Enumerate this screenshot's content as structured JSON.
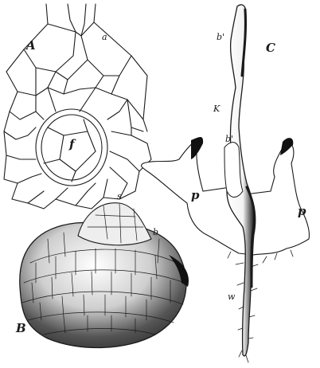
{
  "figure": {
    "panel_a": {
      "label": "A",
      "cell_label_a": "a",
      "cell_label_f": "f"
    },
    "panel_b": {
      "label": "B",
      "label_s": "s",
      "label_b": "b"
    },
    "panel_c": {
      "label": "C",
      "label_b_upper": "b'",
      "label_k": "K",
      "label_b_lower": "b'",
      "label_p_left": "p",
      "label_p_right": "p",
      "label_w": "w"
    }
  }
}
